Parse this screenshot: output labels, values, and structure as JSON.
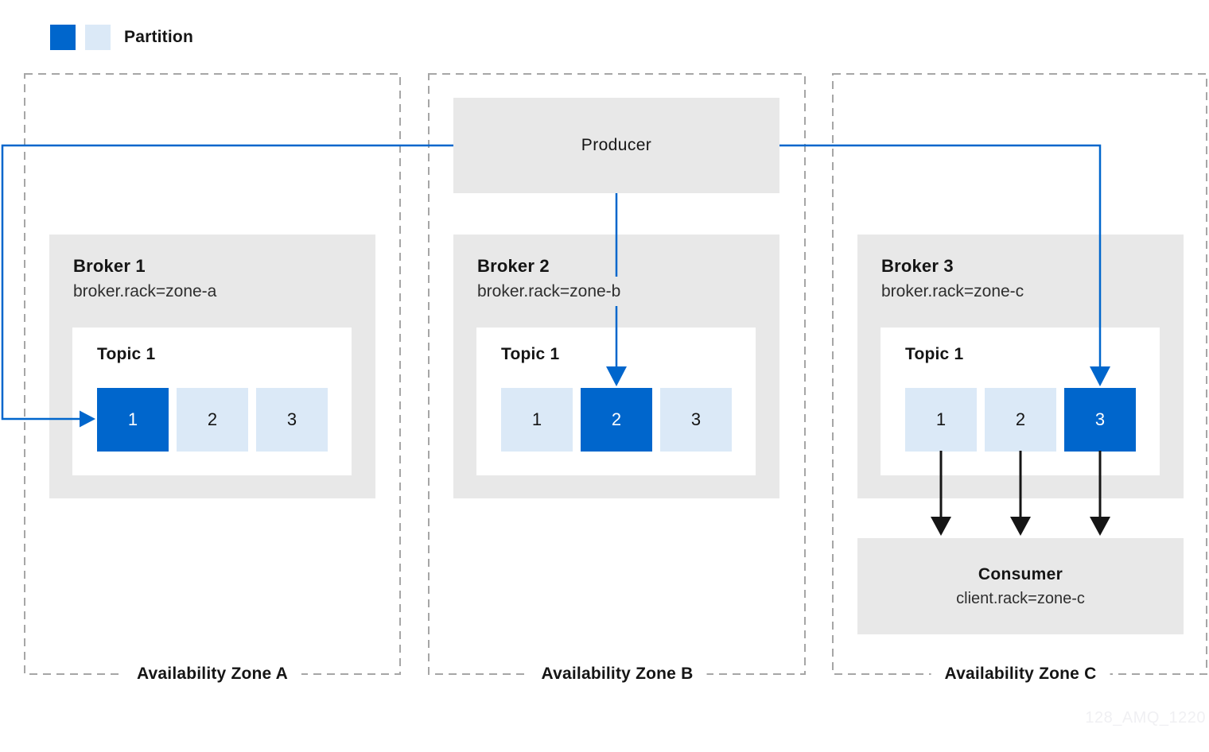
{
  "legend": {
    "label": "Partition"
  },
  "producer": {
    "label": "Producer"
  },
  "consumer": {
    "title": "Consumer",
    "subtitle": "client.rack=zone-c"
  },
  "zones": [
    {
      "label": "Availability Zone A",
      "broker": {
        "title": "Broker 1",
        "subtitle": "broker.rack=zone-a",
        "topic": {
          "label": "Topic 1",
          "partitions": [
            "1",
            "2",
            "3"
          ],
          "highlighted_partition": "1"
        }
      }
    },
    {
      "label": "Availability Zone B",
      "broker": {
        "title": "Broker 2",
        "subtitle": "broker.rack=zone-b",
        "topic": {
          "label": "Topic 1",
          "partitions": [
            "1",
            "2",
            "3"
          ],
          "highlighted_partition": "2"
        }
      }
    },
    {
      "label": "Availability Zone C",
      "broker": {
        "title": "Broker 3",
        "subtitle": "broker.rack=zone-c",
        "topic": {
          "label": "Topic 1",
          "partitions": [
            "1",
            "2",
            "3"
          ],
          "highlighted_partition": "3"
        }
      }
    }
  ],
  "watermark": "128_AMQ_1220",
  "colors": {
    "partition_highlight": "#0066CC",
    "partition_normal": "#DBE9F7",
    "node_gray": "#E8E8E8",
    "arrow_blue": "#0066CC",
    "arrow_black": "#151515",
    "dashed_border": "#A6A6A6",
    "text": "#151515",
    "watermark": "#F0F0F3"
  }
}
